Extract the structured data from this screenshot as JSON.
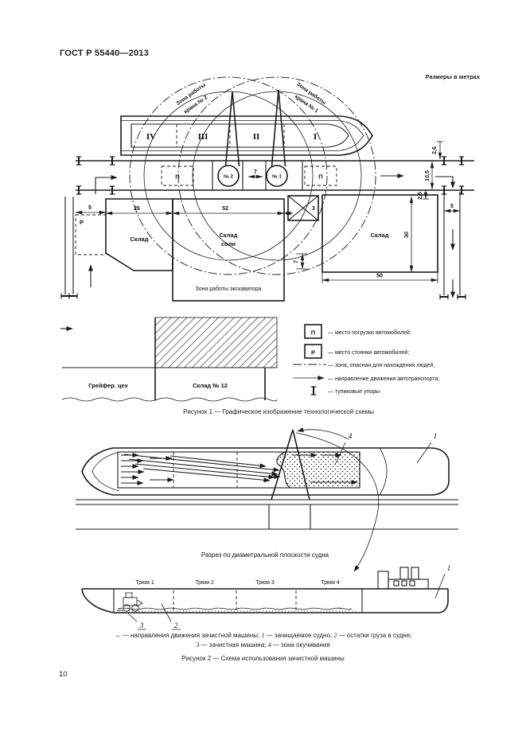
{
  "page": {
    "header": "ГОСТ Р 55440—2013",
    "units_note": "Размеры в метрах",
    "page_number": "10"
  },
  "fig1": {
    "caption": "Рисунок 1 — Графическое изображение технологической схемы",
    "zone_crane2_line1": "Зона работы",
    "zone_crane2_line2": "крана № 2",
    "zone_crane1_line1": "Зона работы",
    "zone_crane1_line2": "крана № 1",
    "holds": [
      "IV",
      "III",
      "II",
      "I"
    ],
    "crane2": "№ 2",
    "crane1": "№ 1",
    "loading_spot_left": "П",
    "loading_spot_right": "П",
    "parking_spot": "Р",
    "warehouse_left": "Склад",
    "salt_warehouse_line1": "Склад",
    "salt_warehouse_line2": "соли",
    "warehouse_right": "Склад",
    "excavator_zone": "Зона работы экскаватора",
    "grab_shop": "Грейфер. цех",
    "warehouse_12": "Склад № 12",
    "dims": {
      "left_road_width": "5",
      "wh_left_width": "26",
      "salt_wh_width": "52",
      "gap3": "3",
      "crane_gap": "7",
      "zone_gap": "7",
      "rail_offset": "2,6",
      "road_width": "10,5",
      "wh_offset": "2,5",
      "wh_right_depth": "30",
      "wh_right_width": "50",
      "right_road_width": "5"
    },
    "legend": [
      {
        "symbol": "П",
        "text": "— место погрузки автомобилей;"
      },
      {
        "symbol": "Р",
        "text": "— место стоянки автомобилей;"
      },
      {
        "symbol": "",
        "text": "— зона, опасная для нахождения людей;"
      },
      {
        "symbol": "",
        "text": "— направление движения автотранспорта;"
      },
      {
        "symbol": "",
        "text": "— тупиковые упоры"
      }
    ]
  },
  "fig2": {
    "caption": "Рисунок 2 — Схема использования зачистной машины",
    "section_label": "Разрез по диаметральной плоскости судна",
    "holds": [
      "Трюм 1",
      "Трюм 2",
      "Трюм 3",
      "Трюм 4"
    ],
    "callout_4_top": "4",
    "callout_1_top": "1",
    "callout_1_side": "1",
    "callout_2": "2",
    "callout_3": "3",
    "legend": {
      "arrow": "→",
      "seg_machine": " — направления движения зачистной машины; ",
      "k1": "1",
      "seg1": " — зачищаемое судно; ",
      "k2": "2",
      "seg2": " — остатки груза в судне;",
      "k3": "3",
      "seg3": " — зачистная машина; ",
      "k4": "4",
      "seg4": " — зона окучивания"
    }
  }
}
